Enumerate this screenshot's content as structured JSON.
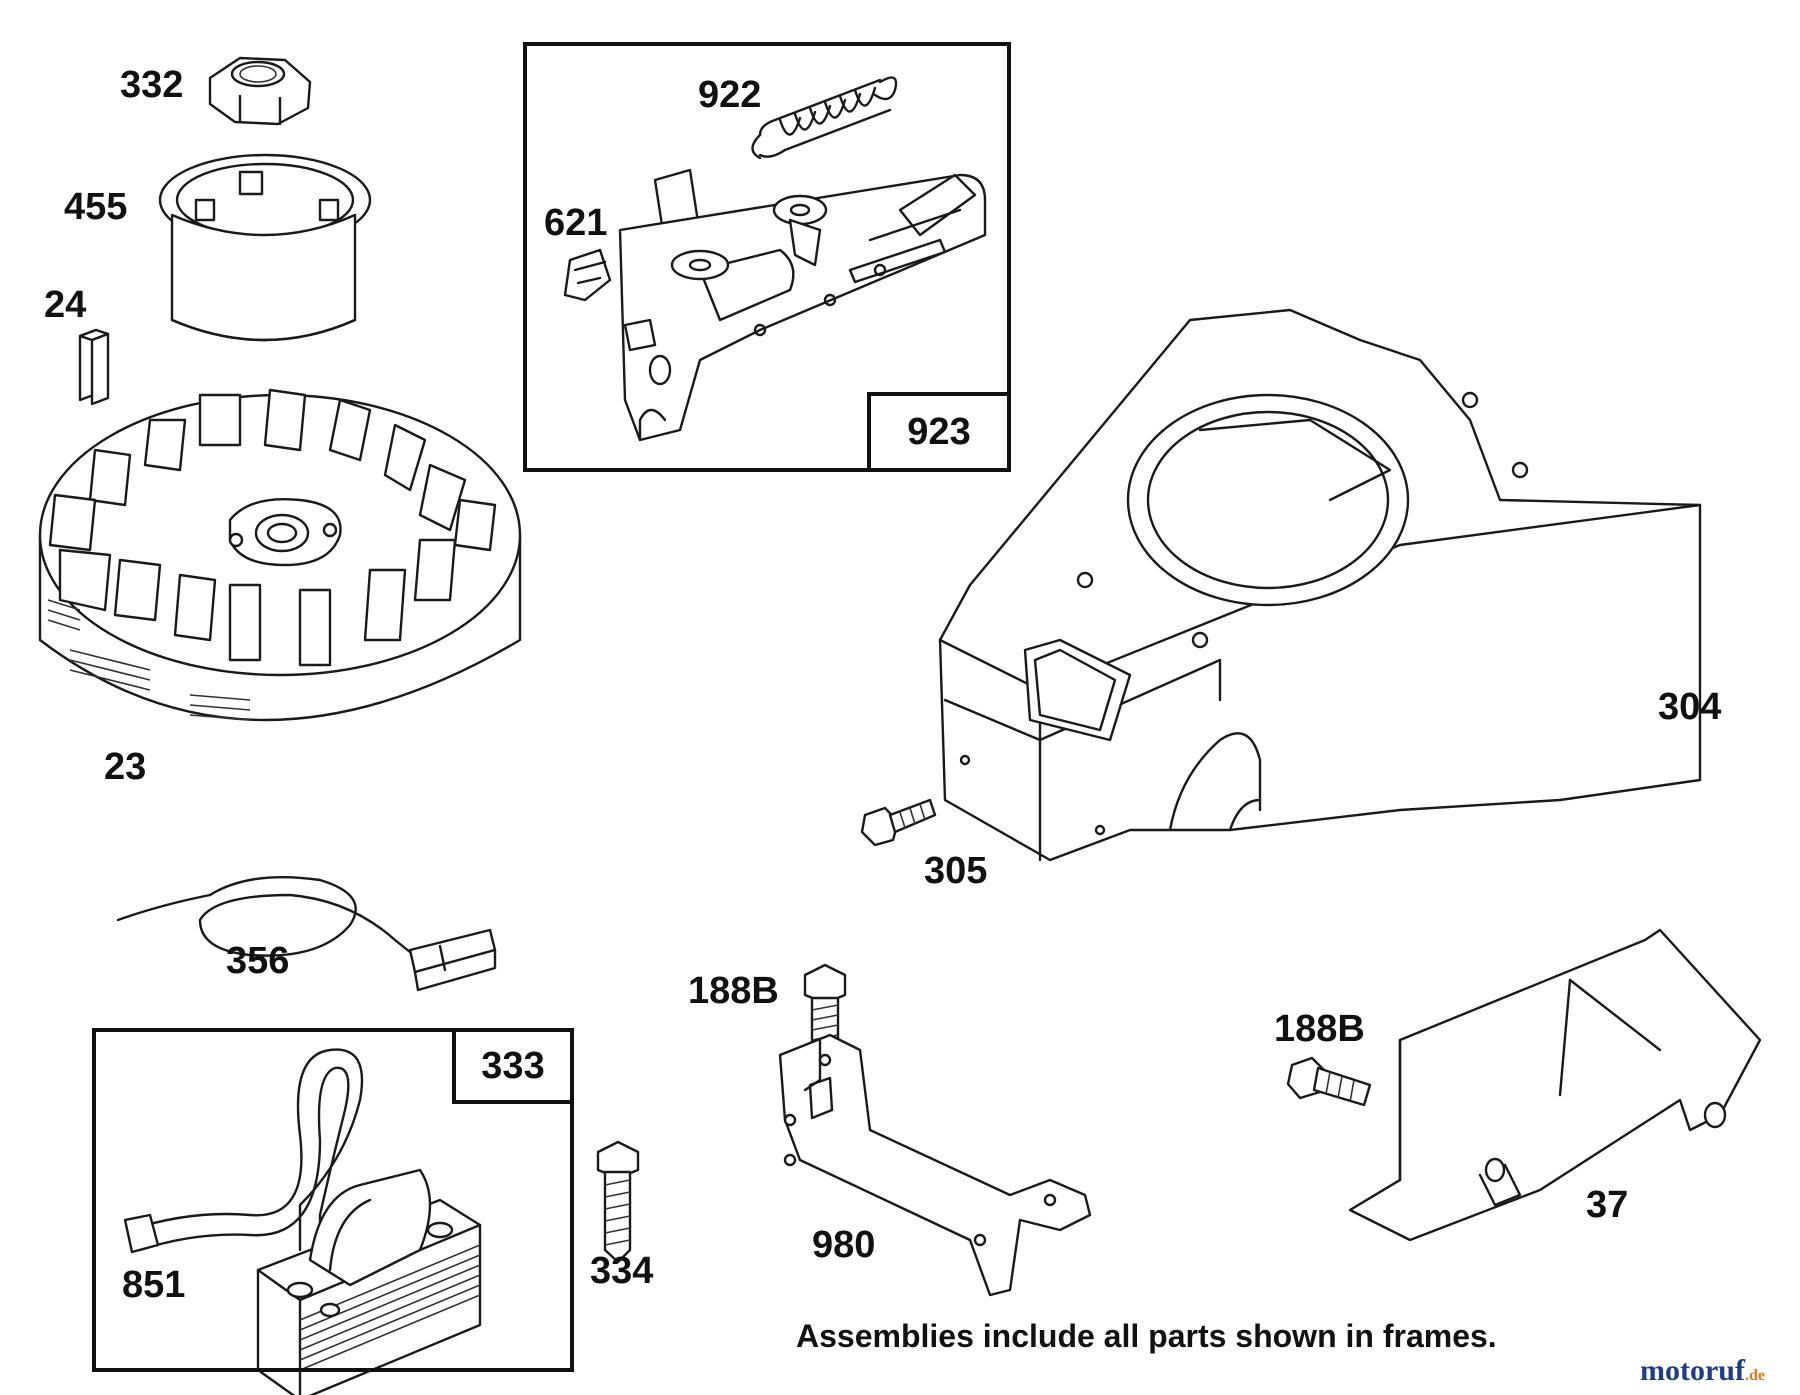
{
  "labels": {
    "p332": "332",
    "p455": "455",
    "p24": "24",
    "p23": "23",
    "p922": "922",
    "p621": "621",
    "p923": "923",
    "p304": "304",
    "p305": "305",
    "p356": "356",
    "p188b_a": "188B",
    "p188b_b": "188B",
    "p333": "333",
    "p334": "334",
    "p851": "851",
    "p980": "980",
    "p37": "37"
  },
  "note": "Assemblies include all parts shown in frames.",
  "watermark": {
    "name": "motoruf",
    "tld": ".de",
    "color_primary": "#1f3c88",
    "color_accent": "#e07a1a"
  }
}
